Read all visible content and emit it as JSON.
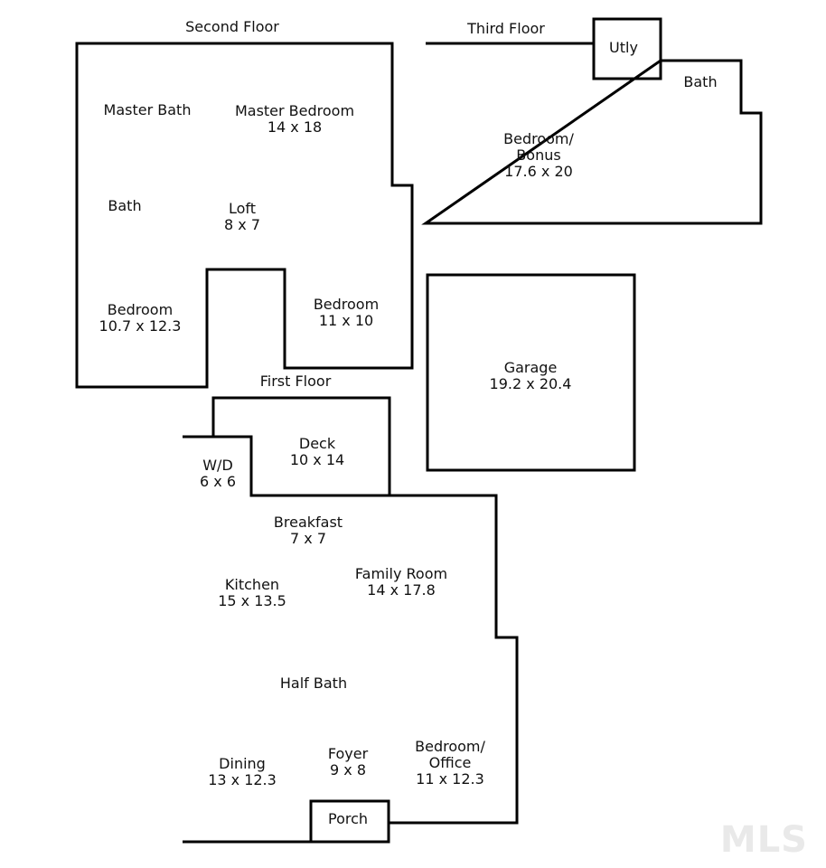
{
  "floors": {
    "second": {
      "title": "Second Floor"
    },
    "third": {
      "title": "Third Floor"
    },
    "first": {
      "title": "First Floor"
    }
  },
  "rooms": {
    "master_bath": {
      "name": "Master Bath",
      "dims": ""
    },
    "master_bedroom": {
      "name": "Master Bedroom",
      "dims": "14 x 18"
    },
    "bath_2nd": {
      "name": "Bath",
      "dims": ""
    },
    "loft": {
      "name": "Loft",
      "dims": "8 x 7"
    },
    "bedroom_a": {
      "name": "Bedroom",
      "dims": "10.7 x 12.3"
    },
    "bedroom_b": {
      "name": "Bedroom",
      "dims": "11 x 10"
    },
    "utly": {
      "name": "Utly",
      "dims": ""
    },
    "bath_3rd": {
      "name": "Bath",
      "dims": ""
    },
    "bonus": {
      "name_line1": "Bedroom/",
      "name_line2": "Bonus",
      "dims": "17.6 x 20"
    },
    "garage": {
      "name": "Garage",
      "dims": "19.2 x 20.4"
    },
    "deck": {
      "name": "Deck",
      "dims": "10 x 14"
    },
    "wd": {
      "name": "W/D",
      "dims": "6 x 6"
    },
    "breakfast": {
      "name": "Breakfast",
      "dims": "7 x 7"
    },
    "kitchen": {
      "name": "Kitchen",
      "dims": "15 x 13.5"
    },
    "family_room": {
      "name": "Family Room",
      "dims": "14 x 17.8"
    },
    "half_bath": {
      "name": "Half Bath",
      "dims": ""
    },
    "dining": {
      "name": "Dining",
      "dims": "13 x 12.3"
    },
    "foyer": {
      "name": "Foyer",
      "dims": "9 x 8"
    },
    "office": {
      "name_line1": "Bedroom/",
      "name_line2": "Office",
      "dims": "11 x 12.3"
    },
    "porch": {
      "name": "Porch",
      "dims": ""
    }
  },
  "watermark": "MLS",
  "colors": {
    "wall": "#000000",
    "text": "#111111",
    "background": "#ffffff"
  }
}
